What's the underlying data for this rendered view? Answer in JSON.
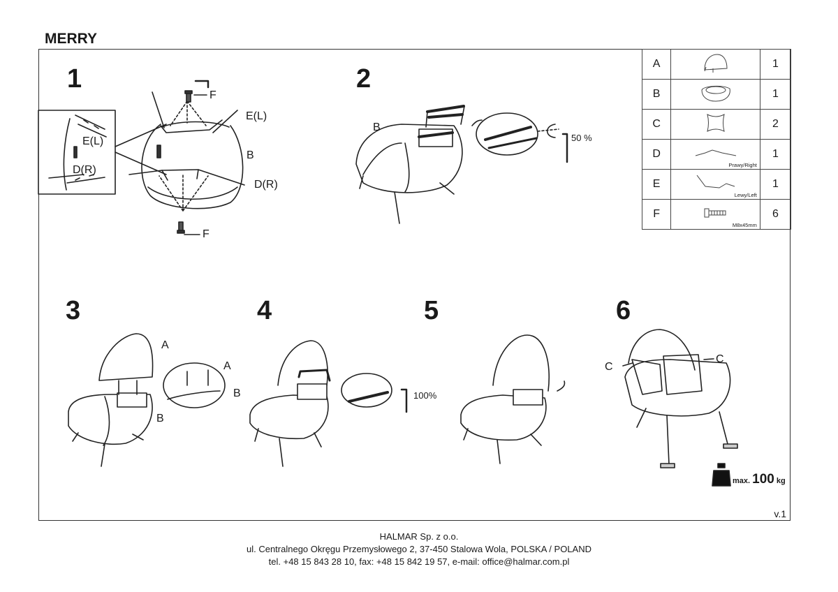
{
  "document": {
    "title": "MERRY",
    "version": "v.1"
  },
  "steps": [
    "1",
    "2",
    "3",
    "4",
    "5",
    "6"
  ],
  "step1": {
    "label_el_main": "E(L)",
    "label_el_zoom": "E(L)",
    "label_dr_zoom": "D(R)",
    "label_dr_main": "D(R)",
    "label_b": "B",
    "label_f_top": "F",
    "label_f_bottom": "F"
  },
  "step2": {
    "label_b": "B",
    "torque": "50 %"
  },
  "step3": {
    "label_a": "A",
    "label_a_zoom": "A",
    "label_b": "B",
    "label_b_zoom": "B"
  },
  "step4": {
    "torque": "100%"
  },
  "step6": {
    "label_c_left": "C",
    "label_c_right": "C"
  },
  "max_load": {
    "prefix": "max.",
    "value": "100",
    "unit": "kg"
  },
  "parts": [
    {
      "letter": "A",
      "caption": "",
      "qty": "1",
      "icon": "backrest-icon"
    },
    {
      "letter": "B",
      "caption": "",
      "qty": "1",
      "icon": "seat-shell-icon"
    },
    {
      "letter": "C",
      "caption": "",
      "qty": "2",
      "icon": "cushion-icon"
    },
    {
      "letter": "D",
      "caption": "Prawy/Right",
      "qty": "1",
      "icon": "right-leg-frame-icon"
    },
    {
      "letter": "E",
      "caption": "Lewy/Left",
      "qty": "1",
      "icon": "left-leg-frame-icon"
    },
    {
      "letter": "F",
      "caption": "M8x45mm",
      "qty": "6",
      "icon": "bolt-icon"
    }
  ],
  "footer": {
    "company": "HALMAR Sp. z o.o.",
    "address": "ul. Centralnego Okręgu Przemysłowego 2, 37-450 Stalowa Wola, POLSKA / POLAND",
    "contact": "tel. +48 15 843 28 10, fax: +48 15 842 19 57, e-mail: office@halmar.com.pl"
  }
}
